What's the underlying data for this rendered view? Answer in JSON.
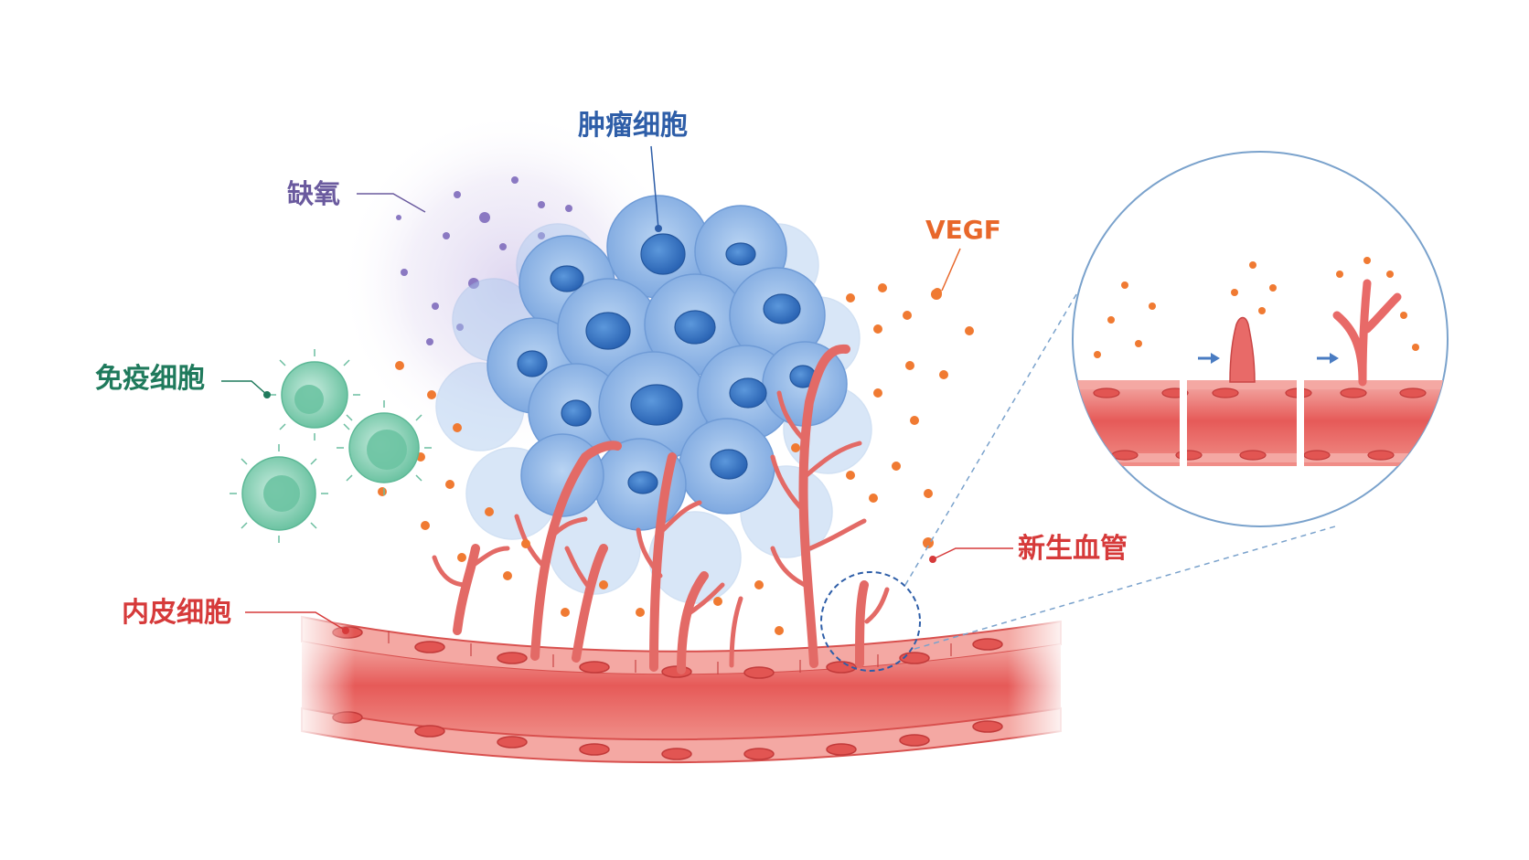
{
  "labels": {
    "tumor_cells": "肿瘤细胞",
    "hypoxia": "缺氧",
    "vegf": "VEGF",
    "immune_cells": "免疫细胞",
    "endothelial_cells": "内皮细胞",
    "neovessels": "新生血管"
  },
  "colors": {
    "tumor_label": "#2e5ea8",
    "hypoxia_label": "#6a5a9e",
    "vegf_label": "#e8672a",
    "immune_label": "#1f7a5c",
    "endothelial_label": "#d63a3a",
    "neovessel_label": "#d63a3a",
    "tumor_cell_fill": "#8fb8ea",
    "tumor_nucleus": "#3a78c8",
    "vessel_fill": "#e86a68",
    "vessel_light": "#f4a6a2",
    "vegf_dot": "#f07a32",
    "hypoxia_dot": "#8a78c2",
    "immune_fill": "#8fd3b8",
    "zoom_circle": "#7aa2cc"
  }
}
